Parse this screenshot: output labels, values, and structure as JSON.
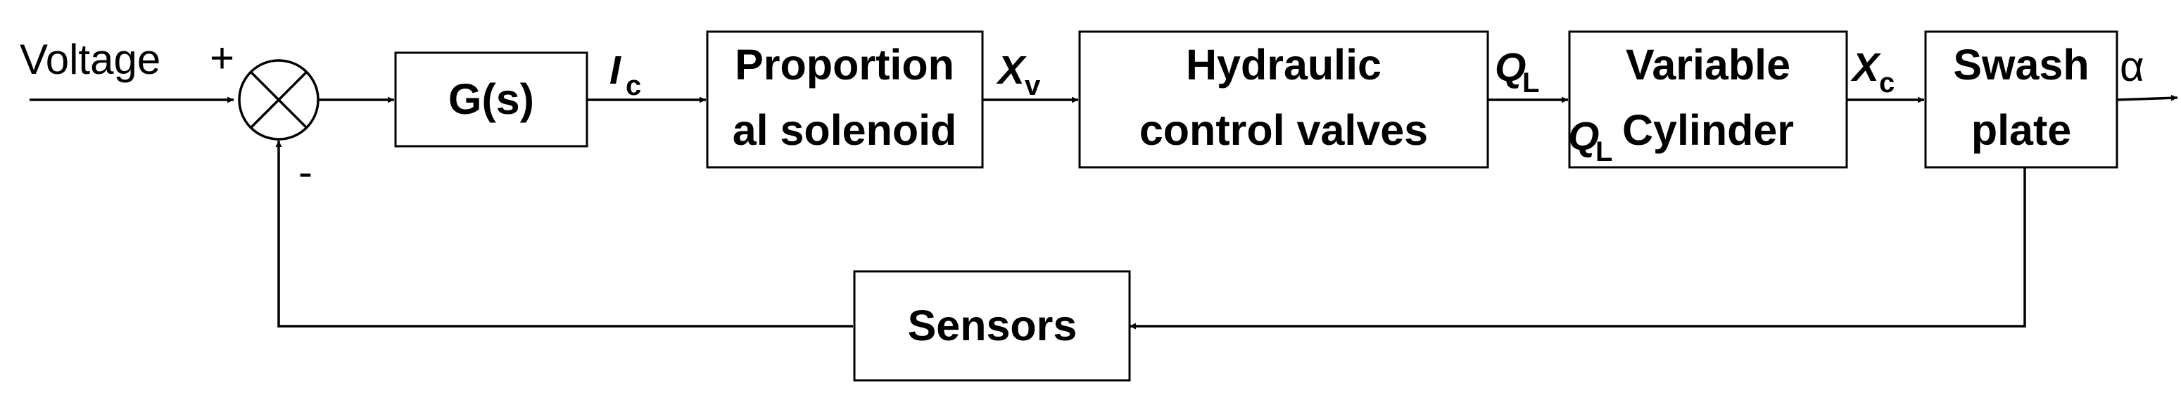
{
  "input_label": "Voltage",
  "plus_sign": "+",
  "minus_sign": "-",
  "blocks": {
    "gs": "G(s)",
    "solenoid": [
      "Proportion",
      "al solenoid"
    ],
    "valves": [
      "Hydraulic",
      "control valves"
    ],
    "cylinder": [
      "Variable",
      "Cylinder"
    ],
    "swash": [
      "Swash",
      "plate"
    ],
    "sensors": "Sensors"
  },
  "signals": {
    "ic": {
      "main": "I",
      "sub": "c"
    },
    "xv": {
      "main": "X",
      "sub": "v"
    },
    "ql": {
      "main": "Q",
      "sub": "L"
    },
    "ql_overlap": {
      "main": "Q",
      "sub": "L"
    },
    "xc": {
      "main": "X",
      "sub": "c"
    }
  },
  "output_label": "α",
  "colors": {
    "line": "#000000",
    "background": "#ffffff"
  }
}
